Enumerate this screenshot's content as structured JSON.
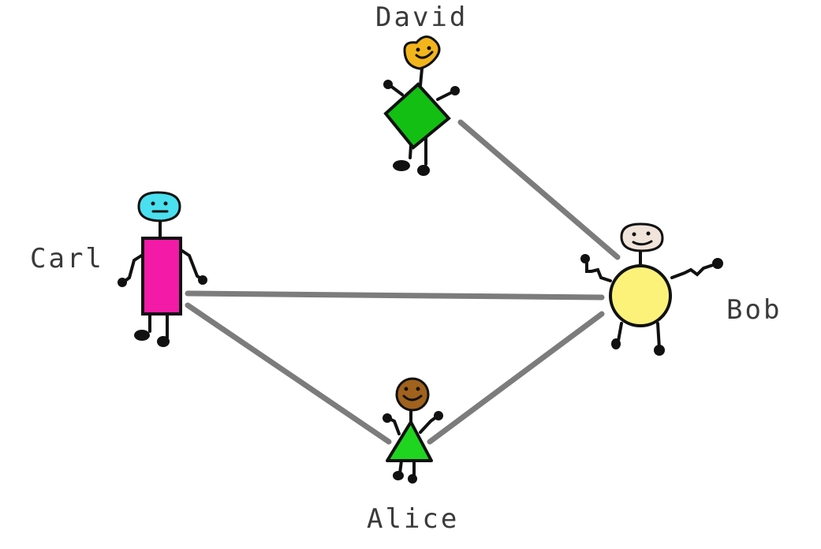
{
  "people": {
    "alice": {
      "name": "Alice",
      "body_color": "#1fd51f",
      "head_color": "#a0621c",
      "shape": "triangle"
    },
    "bob": {
      "name": "Bob",
      "body_color": "#fcf27a",
      "head_color": "#f1e4da",
      "shape": "circle"
    },
    "carl": {
      "name": "Carl",
      "body_color": "#f21aa6",
      "head_color": "#4ae0ef",
      "shape": "rectangle"
    },
    "david": {
      "name": "David",
      "body_color": "#13bf13",
      "head_color": "#f2b51c",
      "shape": "diamond"
    }
  },
  "edges": [
    [
      "david",
      "bob"
    ],
    [
      "carl",
      "bob"
    ],
    [
      "carl",
      "alice"
    ],
    [
      "alice",
      "bob"
    ]
  ],
  "edge_color": "#7c7c7c"
}
